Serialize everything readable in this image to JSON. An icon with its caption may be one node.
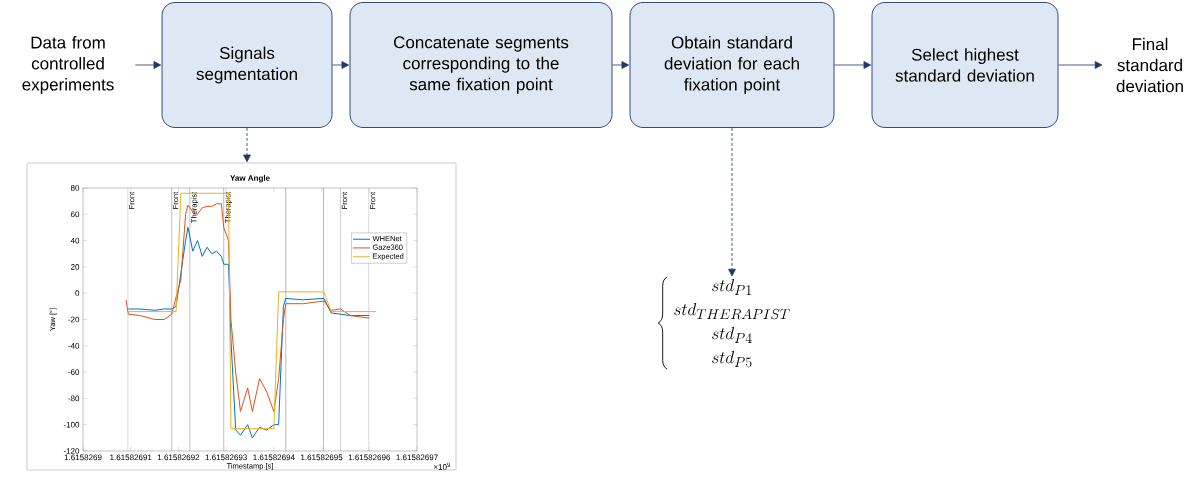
{
  "diagram": {
    "nodes": [
      {
        "text": [
          "Data from controlled experiments"
        ]
      },
      {
        "text": [
          "Signals segmentation"
        ]
      },
      {
        "text": [
          "Concatenate segments corresponding to the same fixation point"
        ]
      },
      {
        "text": [
          "Obtain standard deviation for each fixation point"
        ]
      },
      {
        "text": [
          "Select highest standard deviation"
        ]
      },
      {
        "text": [
          "Final standard deviation"
        ]
      },
      {
        "text": [],
        "shape": "picture"
      },
      {
        "text": [
          "std_{P1}",
          "std_{THERAPIST}",
          "std_{P4}",
          "std_{P5}"
        ]
      }
    ],
    "edges": [
      {
        "from": 0,
        "to": 1,
        "arrow": "to"
      },
      {
        "from": 1,
        "to": 2,
        "arrow": "to"
      },
      {
        "from": 2,
        "to": 3,
        "arrow": "to"
      },
      {
        "from": 3,
        "to": 4,
        "arrow": "to"
      },
      {
        "from": 4,
        "to": 5,
        "arrow": "to"
      },
      {
        "from": 1,
        "to": 6,
        "arrow": "to",
        "style": "dashed"
      },
      {
        "from": 3,
        "to": 7,
        "arrow": "to",
        "style": "dashed"
      }
    ],
    "labels": [
      "×10$^{9}$"
    ],
    "chart_data": {
      "type": "line",
      "title": "Yaw Angle",
      "xlabel": "Timestamp [s]",
      "ylabel": "Yaw [°]",
      "legend": "upper right",
      "xlim": [
        1.6158269,
        1.61582697
      ],
      "ylim": [
        -120,
        80
      ],
      "xticks": [
        {
          "value": 1.6158269,
          "label": "1.6158269"
        },
        {
          "value": 1.61582691,
          "label": "1.61582691"
        },
        {
          "value": 1.61582692,
          "label": "1.61582692"
        },
        {
          "value": 1.61582693,
          "label": "1.61582693"
        },
        {
          "value": 1.61582694,
          "label": "1.61582694"
        },
        {
          "value": 1.61582695,
          "label": "1.61582695"
        },
        {
          "value": 1.61582696,
          "label": "1.61582696"
        },
        {
          "value": 1.61582697,
          "label": "1.61582697"
        }
      ],
      "yticks": [
        {
          "value": -120,
          "label": "-120"
        },
        {
          "value": -100,
          "label": "-100"
        },
        {
          "value": -80,
          "label": "-80"
        },
        {
          "value": -60,
          "label": "-60"
        },
        {
          "value": -40,
          "label": "-40"
        },
        {
          "value": -20,
          "label": "-20"
        },
        {
          "value": 0,
          "label": "0"
        },
        {
          "value": 20,
          "label": "20"
        },
        {
          "value": 40,
          "label": "40"
        },
        {
          "value": 60,
          "label": "60"
        },
        {
          "value": 80,
          "label": "80"
        }
      ],
      "x": [
        1.615826909,
        1.6158269095,
        1.615826912,
        1.615826915,
        1.615826917,
        1.6158269186,
        1.6158269195,
        1.6158269205,
        1.6158269215,
        1.615826922,
        1.615826923,
        1.615826924,
        1.615826925,
        1.615826926,
        1.615826927,
        1.615826928,
        1.615826929,
        1.6158269295,
        1.6158269305,
        1.615826931,
        1.615826932,
        1.615826933,
        1.6158269345,
        1.6158269355,
        1.615826937,
        1.6158269385,
        1.61582694,
        1.615826941,
        1.615826942,
        1.6158269425,
        1.615826946,
        1.6158269505,
        1.615826952,
        1.615826954,
        1.615826956,
        1.61582696,
        1.6158269614
      ],
      "series": [
        {
          "name": "WHENet",
          "color": "#0072bd",
          "values": [
            null,
            -12,
            -12,
            -13,
            -12,
            -12,
            -10,
            15,
            40,
            50,
            32,
            40,
            28,
            35,
            30,
            32,
            28,
            22,
            22,
            -35,
            -104,
            -108,
            -100,
            -110,
            -102,
            -104,
            -100,
            -100,
            -10,
            -4,
            -5,
            -4,
            -15,
            -16,
            -17,
            -17,
            null
          ]
        },
        {
          "name": "Gaze360",
          "color": "#d95319",
          "values": [
            -5,
            -16,
            -17,
            -20,
            -20,
            -16,
            -3,
            10,
            60,
            67,
            62,
            60,
            65,
            66,
            66,
            68,
            68,
            50,
            40,
            -20,
            -60,
            -90,
            -72,
            -90,
            -65,
            -75,
            -90,
            -65,
            -20,
            -8,
            -8,
            -6,
            -13,
            -12,
            -17,
            -19,
            null
          ]
        },
        {
          "name": "Expected",
          "color": "#edb120",
          "values": [
            null,
            -14,
            -14,
            -14,
            -14,
            -14,
            -14,
            76,
            76,
            76,
            76,
            76,
            76,
            76,
            76,
            76,
            76,
            76,
            76,
            -103,
            -103,
            -103,
            -103,
            -103,
            -103,
            -103,
            -103,
            1,
            1,
            1,
            1,
            1,
            -14,
            -14,
            -14,
            -14,
            -14
          ]
        }
      ],
      "annotations": [
        "Front",
        "Front",
        "Therapist",
        "Therapist",
        "Front",
        "Front"
      ]
    }
  }
}
